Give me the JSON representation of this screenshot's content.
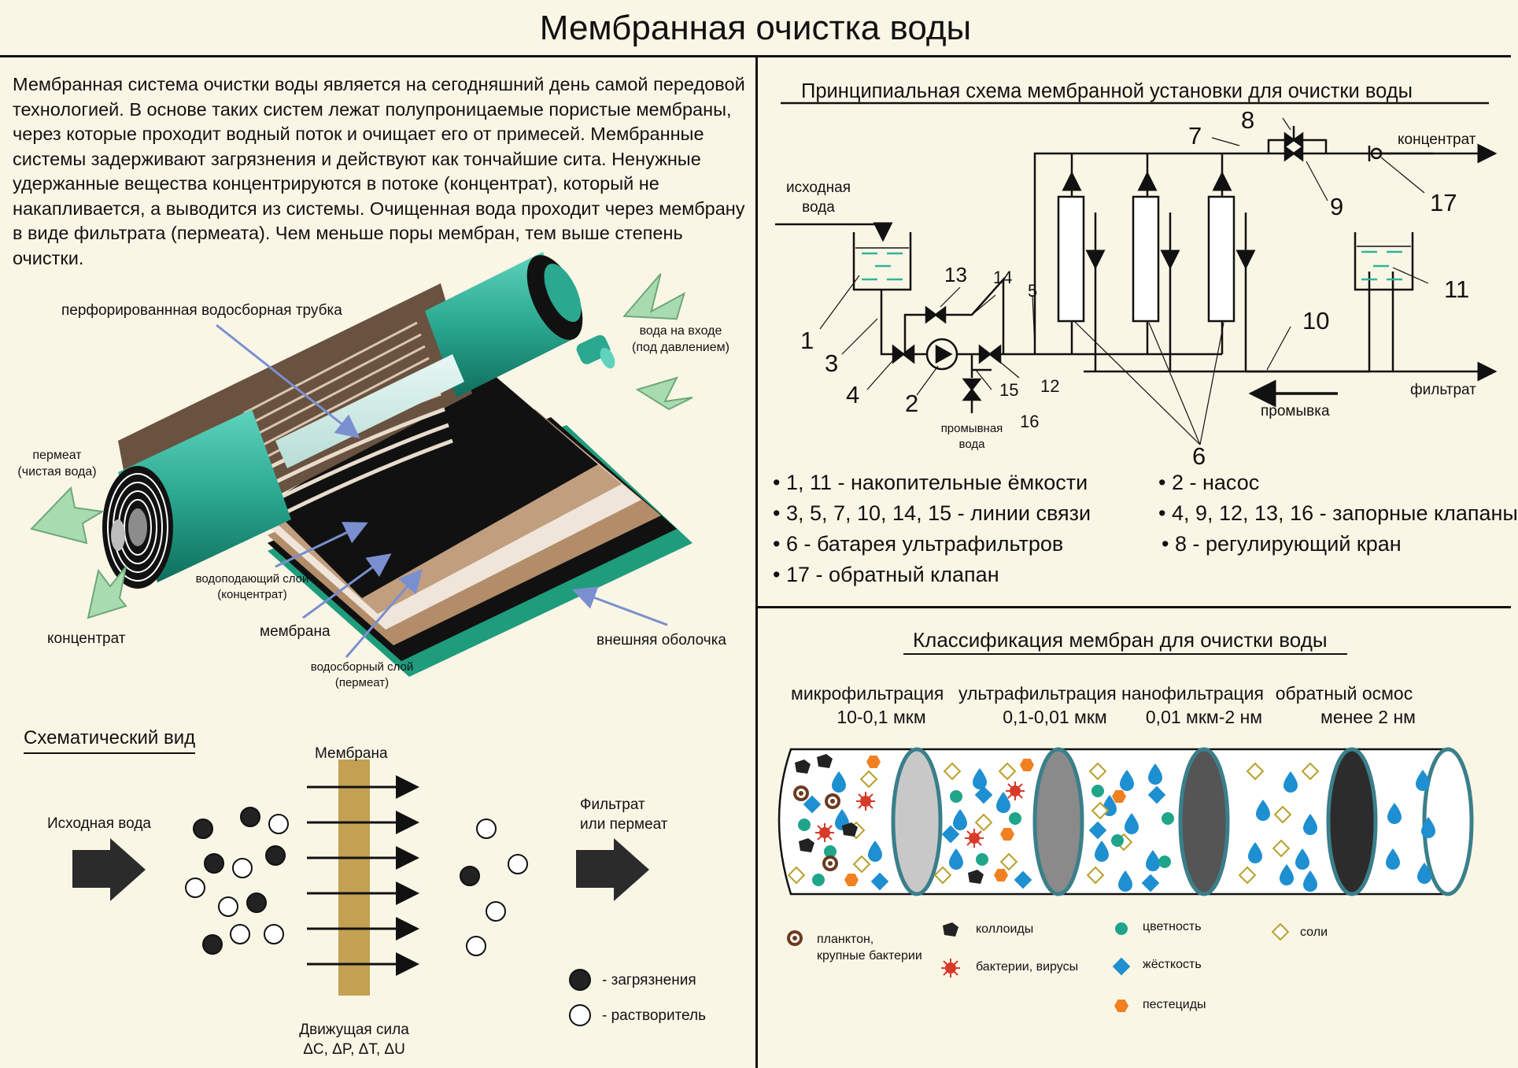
{
  "title": "Мембранная очистка воды",
  "intro": "Мембранная система очистки воды является на сегодняшний день самой передовой технологией. В основе таких систем лежат полупроницаемые пористые мембраны, через которые проходит водный поток и очищает его от примесей. Мембранные системы задерживают загрязнения и действуют как тончайшие сита. Ненужные удержанные вещества концентрируются в потоке (концентрат), который не накапливается, а выводится из системы. Очищенная вода проходит через мембрану в виде фильтрата (пермеата). Чем меньше поры мембран, тем выше степень очистки.",
  "cartridge": {
    "perforated_tube": "перфорированнная водосборная трубка",
    "inlet_line1": "вода на входе",
    "inlet_line2": "(под давлением)",
    "permeate_line1": "пермеат",
    "permeate_line2": "(чистая вода)",
    "concentrate": "концентрат",
    "feed_layer_line1": "водоподающий слой",
    "feed_layer_line2": "(концентрат)",
    "membrane": "мембрана",
    "collect_layer_line1": "водосборный слой",
    "collect_layer_line2": "(пермеат)",
    "outer_shell": "внешняя оболочка"
  },
  "schematic": {
    "heading": "Схематический вид",
    "membrane_label": "Мембрана",
    "source_water": "Исходная вода",
    "filtrate_line1": "Фильтрат",
    "filtrate_line2": "или пермеат",
    "driving_line1": "Движущая сила",
    "driving_line2": "ΔC, ΔP, ΔT, ΔU",
    "legend_pollution": "- загрязнения",
    "legend_solvent": "- растворитель"
  },
  "scheme": {
    "heading": "Принципиальная схема мембранной установки для очистки воды",
    "source_line1": "исходная",
    "source_line2": "вода",
    "concentrate": "концентрат",
    "filtrate": "фильтрат",
    "flush": "промывка",
    "flush_water_line1": "промывная",
    "flush_water_line2": "вода",
    "numbers": [
      "1",
      "2",
      "3",
      "4",
      "5",
      "6",
      "7",
      "8",
      "9",
      "10",
      "11",
      "12",
      "13",
      "14",
      "15",
      "16",
      "17"
    ],
    "legend_left": [
      "• 1, 11 - накопительные ёмкости",
      "• 3, 5, 7, 10, 14, 15 - линии связи",
      "• 6 - батарея ультрафильтров",
      "• 17 - обратный клапан"
    ],
    "legend_right": [
      "• 2 - насос",
      "• 4, 9, 12, 13, 16 - запорные клапаны",
      "• 8 - регулирующий кран"
    ]
  },
  "classification": {
    "heading": "Классификация мембран для очистки воды",
    "types": [
      {
        "name": "микрофильтрация",
        "range": "10-0,1 мкм"
      },
      {
        "name": "ультрафильтрация",
        "range": "0,1-0,01 мкм"
      },
      {
        "name": "нанофильтрация",
        "range": "0,01 мкм-2 нм"
      },
      {
        "name": "обратный осмос",
        "range": "менее 2 нм"
      }
    ],
    "legend": {
      "plankton_line1": "планктон,",
      "plankton_line2": "крупные бактерии",
      "colloids": "коллоиды",
      "bacteria": "бактерии, вирусы",
      "color": "цветность",
      "hardness": "жёсткость",
      "pesticides": "пестециды",
      "salts": "соли"
    }
  },
  "colors": {
    "background": "#faf6e6",
    "teal": "#2fb39a",
    "arrow_green": "#a8dcb0",
    "drop_blue": "#1e8fd0",
    "membrane_brown": "#c4a052",
    "pesticide_orange": "#f08020"
  }
}
